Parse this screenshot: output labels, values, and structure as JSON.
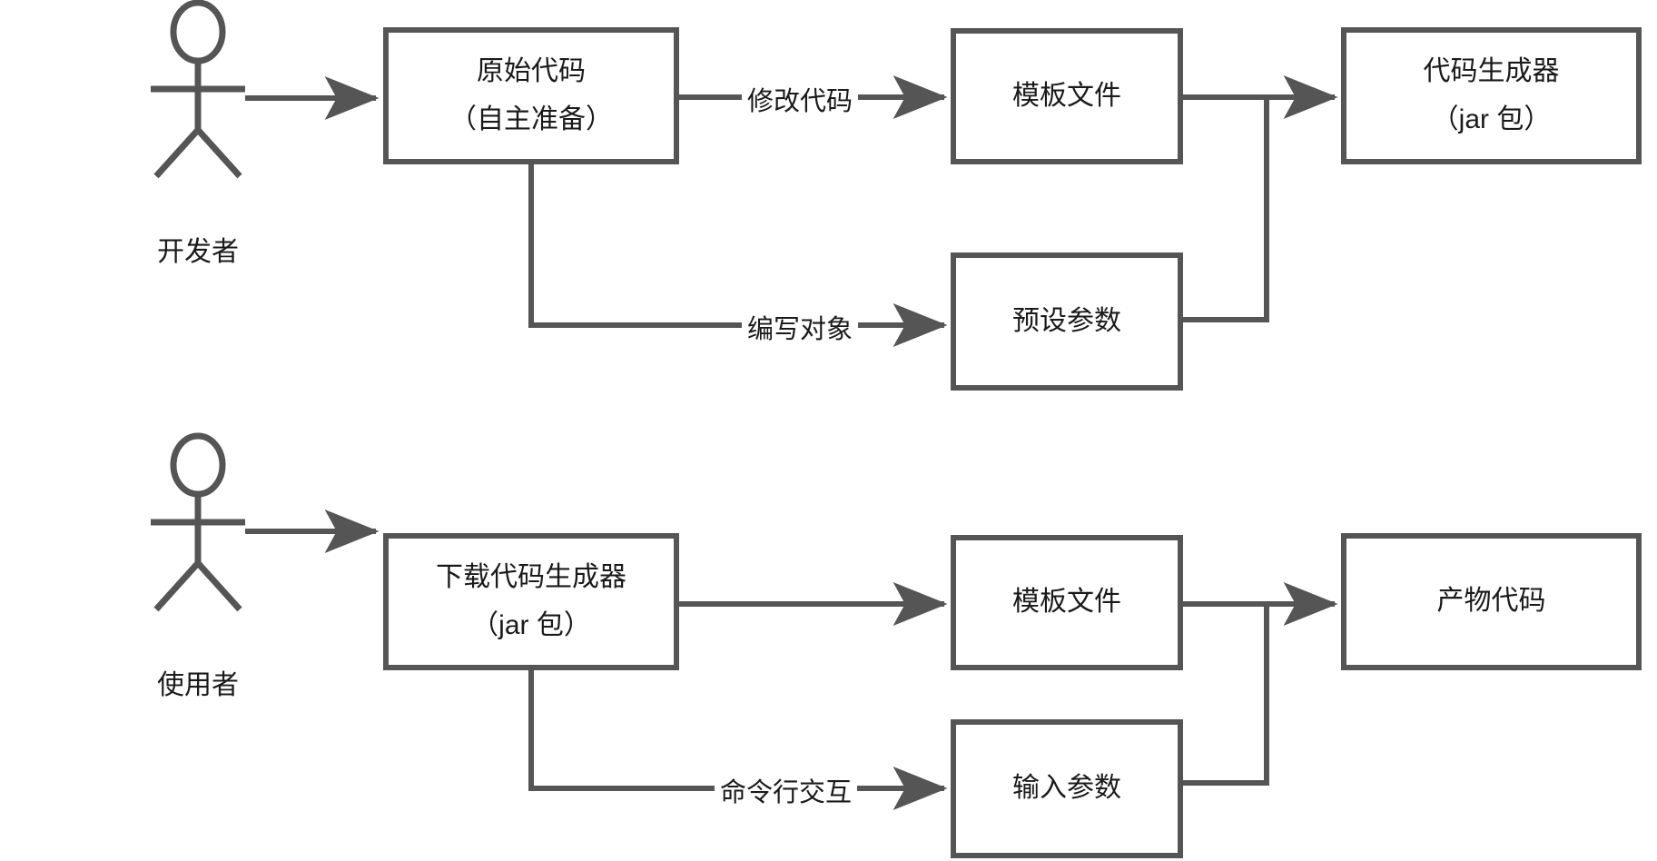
{
  "diagram": {
    "stroke_color": "#555555",
    "text_color": "#1a1a1a",
    "background_color": "#ffffff",
    "actors": [
      {
        "id": "developer",
        "label": "开发者"
      },
      {
        "id": "user",
        "label": "使用者"
      }
    ],
    "nodes": [
      {
        "id": "source-code",
        "line1": "原始代码",
        "line2": "（自主准备）"
      },
      {
        "id": "template-file-top",
        "line1": "模板文件",
        "line2": ""
      },
      {
        "id": "code-generator",
        "line1": "代码生成器",
        "line2": "（jar 包）"
      },
      {
        "id": "preset-params",
        "line1": "预设参数",
        "line2": ""
      },
      {
        "id": "download-generator",
        "line1": "下载代码生成器",
        "line2": "（jar 包）"
      },
      {
        "id": "template-file-bottom",
        "line1": "模板文件",
        "line2": ""
      },
      {
        "id": "output-code",
        "line1": "产物代码",
        "line2": ""
      },
      {
        "id": "input-params",
        "line1": "输入参数",
        "line2": ""
      }
    ],
    "edge_labels": [
      {
        "id": "modify-code",
        "label": "修改代码"
      },
      {
        "id": "write-object",
        "label": "编写对象"
      },
      {
        "id": "cli-interaction",
        "label": "命令行交互"
      }
    ]
  }
}
